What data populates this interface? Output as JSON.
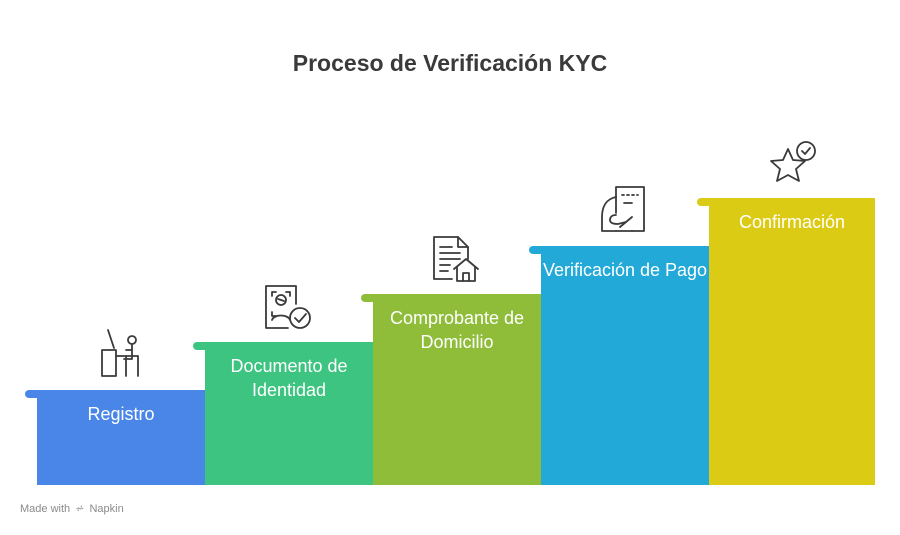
{
  "title": "Proceso de Verificación KYC",
  "steps": [
    {
      "label": "Registro",
      "color": "#4a86e8",
      "icon": "person-at-desk-icon"
    },
    {
      "label": "Documento de Identidad",
      "color": "#3cc480",
      "icon": "id-document-check-icon"
    },
    {
      "label": "Comprobante de Domicilio",
      "color": "#8fbd3a",
      "icon": "document-home-icon"
    },
    {
      "label": "Verificación de Pago",
      "color": "#22a9d8",
      "icon": "hand-receipt-icon"
    },
    {
      "label": "Confirmación",
      "color": "#dccb15",
      "icon": "star-check-icon"
    }
  ],
  "footer": {
    "prefix": "Made with",
    "brand": "Napkin"
  }
}
